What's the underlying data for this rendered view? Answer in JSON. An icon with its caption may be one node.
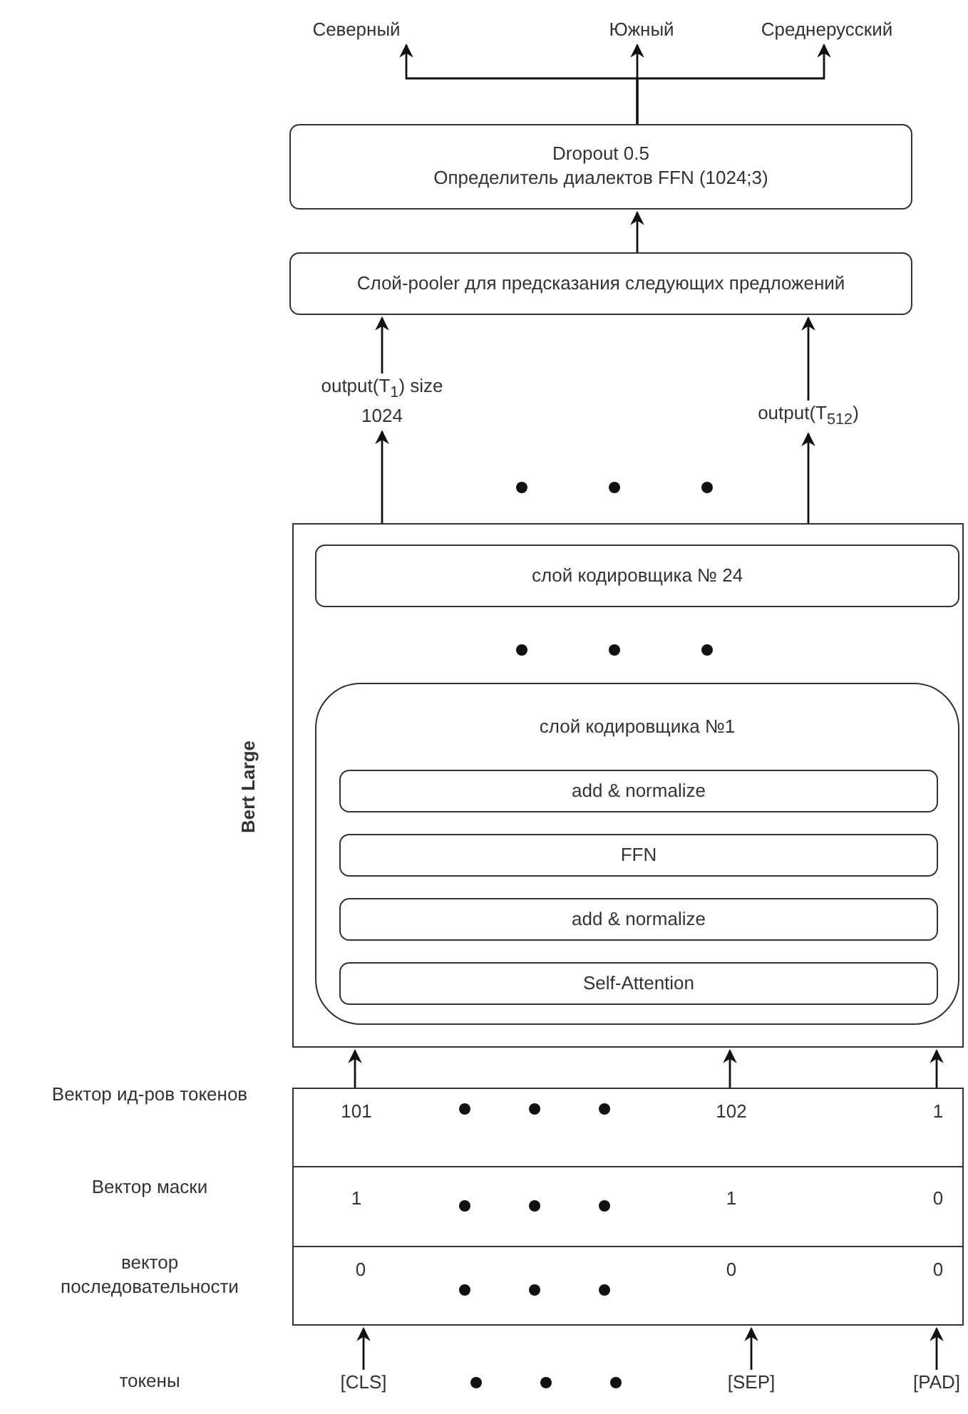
{
  "diagram": {
    "nodes": [
      {
        "text": [
          "Северный"
        ]
      },
      {
        "text": [
          "Южный"
        ]
      },
      {
        "text": [
          "Среднерусский"
        ]
      },
      {
        "text": [
          "Dropout 0.5",
          "Определитель диалектов FFN (1024;3)"
        ]
      },
      {
        "text": [
          "Слой-pooler для предсказания следующих предложений"
        ]
      },
      {
        "text": [
          "output(T$_{1}$) size 1024"
        ]
      },
      {
        "text": [
          "output(T$_{512}$)"
        ]
      },
      {
        "text": [
          "Bert Large"
        ]
      },
      {
        "text": [
          "слой кодировщика № 24"
        ],
        "in": 7
      },
      {
        "text": [
          "слой кодировщика №1"
        ],
        "in": 7
      },
      {
        "text": [
          "add & normalize"
        ],
        "in": 9
      },
      {
        "text": [
          "FFN"
        ],
        "in": 9
      },
      {
        "text": [
          "add & normalize"
        ],
        "in": 9
      },
      {
        "text": [
          "Self-Attention"
        ],
        "in": 9
      },
      {
        "text": [
          "101",
          "102",
          "1",
          "1",
          "1",
          "0",
          "0",
          "0",
          "0"
        ]
      },
      {
        "text": [
          "[CLS]"
        ]
      },
      {
        "text": [
          "[SEP]"
        ]
      },
      {
        "text": [
          "[PAD]"
        ]
      }
    ],
    "edges": [
      {
        "from": 3,
        "to": 0,
        "arrow": "to"
      },
      {
        "from": 3,
        "to": 1,
        "arrow": "to"
      },
      {
        "from": 3,
        "to": 2,
        "arrow": "to"
      },
      {
        "from": 4,
        "to": 3,
        "arrow": "to"
      },
      {
        "from": 5,
        "to": 4,
        "arrow": "to"
      },
      {
        "from": 6,
        "to": 4,
        "arrow": "to"
      },
      {
        "from": 7,
        "to": 5,
        "arrow": "to"
      },
      {
        "from": 7,
        "to": 6,
        "arrow": "to"
      },
      {
        "from": 14,
        "to": 7,
        "arrow": "to"
      },
      {
        "from": 14,
        "to": 7,
        "arrow": "to"
      },
      {
        "from": 14,
        "to": 7,
        "arrow": "to"
      },
      {
        "from": 15,
        "to": 14,
        "arrow": "to"
      },
      {
        "from": 16,
        "to": 14,
        "arrow": "to"
      },
      {
        "from": 17,
        "to": 14,
        "arrow": "to"
      }
    ],
    "labels": [
      "Вектор ид-ров токенов",
      "Вектор маски",
      "вектор последовательности",
      "токены"
    ]
  }
}
